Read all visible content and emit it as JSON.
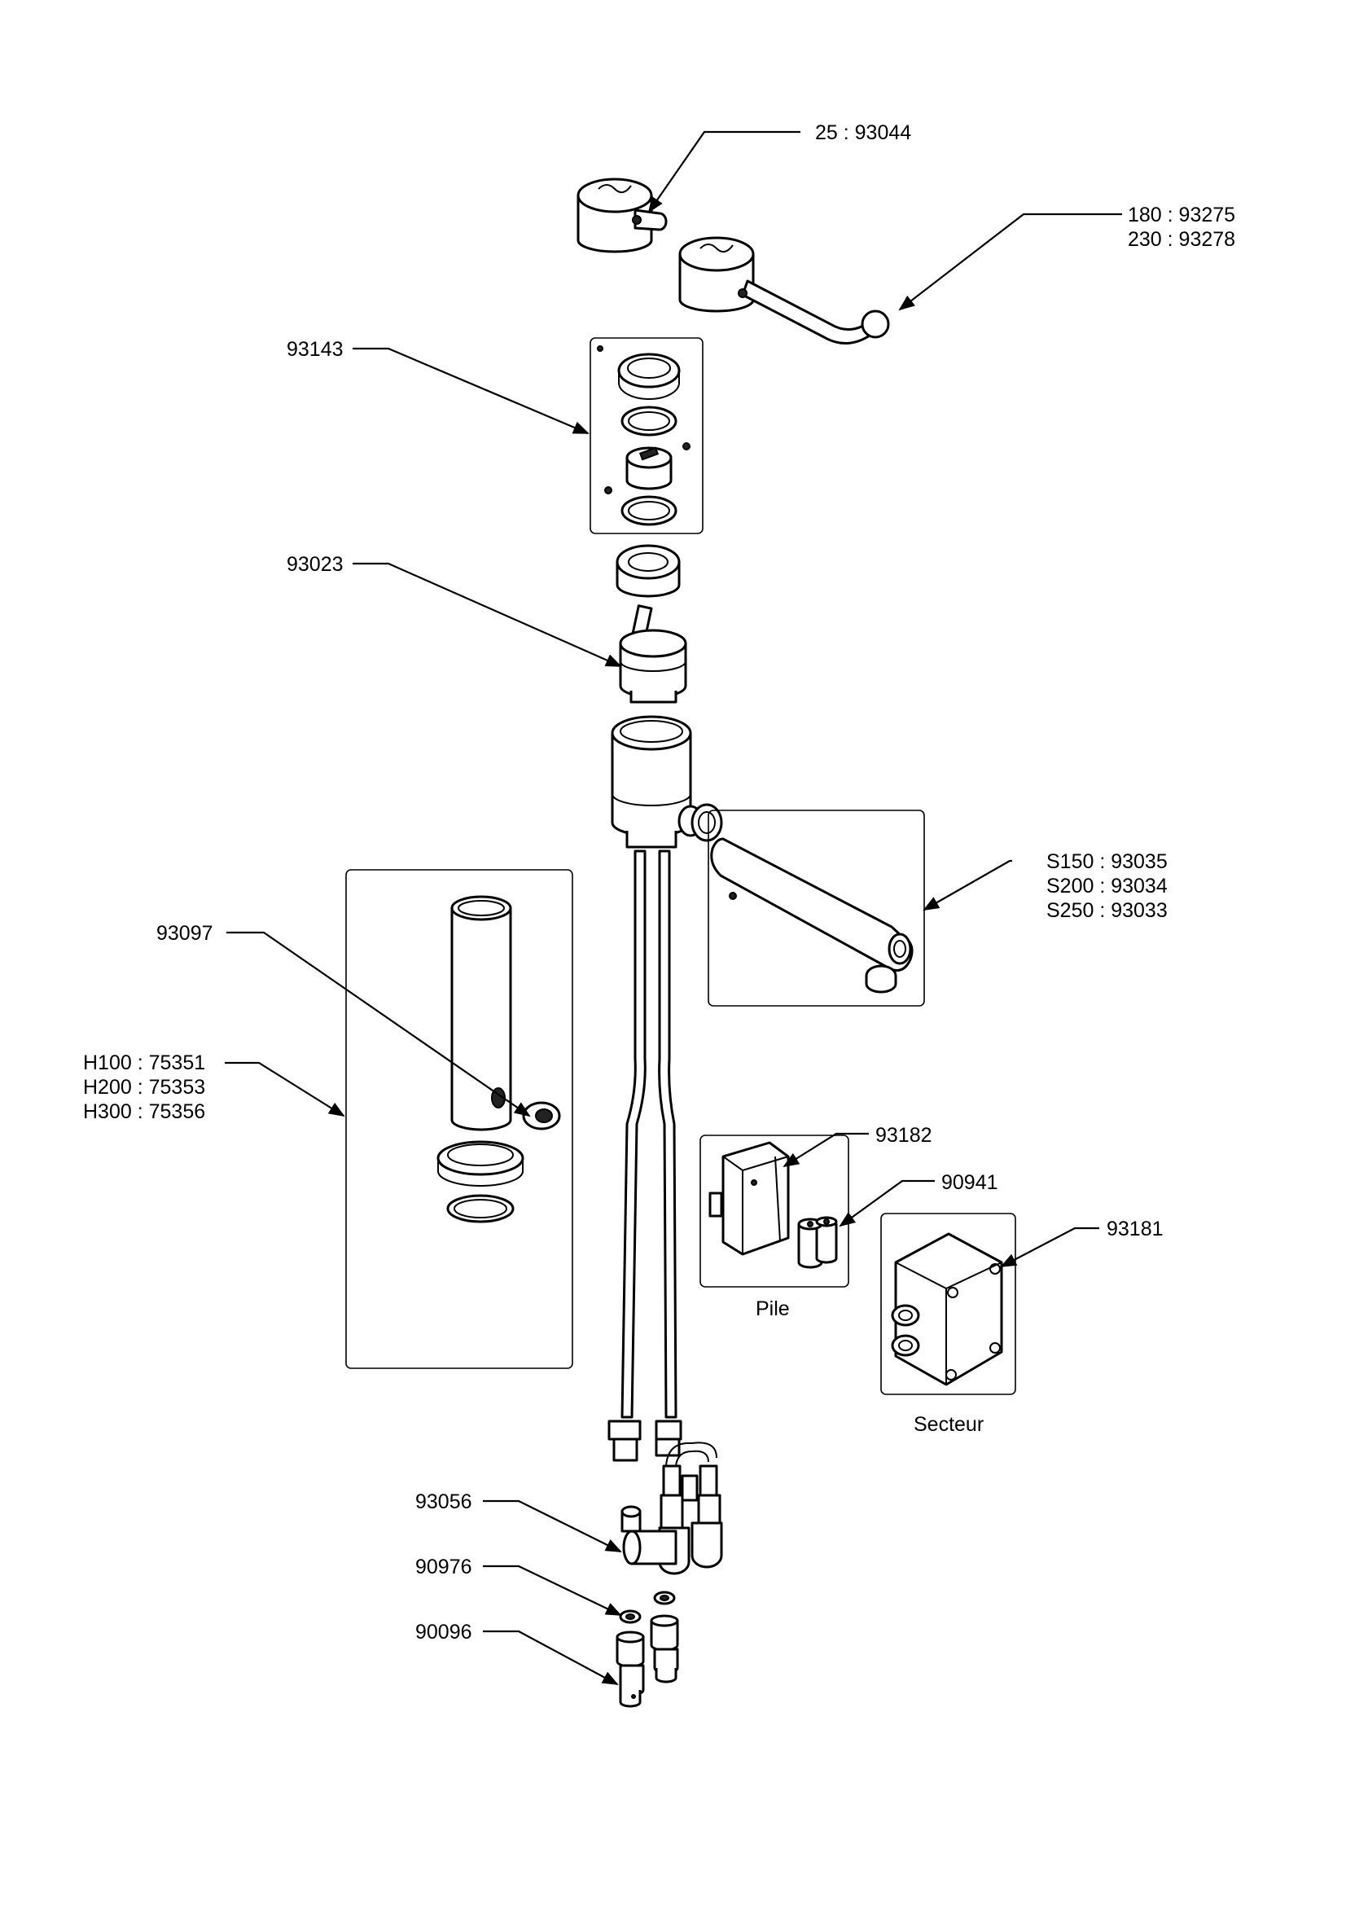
{
  "callouts": {
    "c_93044": "25 : 93044",
    "c_93275": "180 : 93275",
    "c_93278": "230 : 93278",
    "c_93143": "93143",
    "c_93023": "93023",
    "c_93035": "S150 : 93035",
    "c_93034": "S200 : 93034",
    "c_93033": "S250 : 93033",
    "c_93097": "93097",
    "c_75351": "H100 : 75351",
    "c_75353": "H200 : 75353",
    "c_75356": "H300 : 75356",
    "c_93182": "93182",
    "c_90941": "90941",
    "c_93181": "93181",
    "c_93056": "93056",
    "c_90976": "90976",
    "c_90096": "90096"
  },
  "captions": {
    "battery": "Pile",
    "mains": "Secteur"
  }
}
